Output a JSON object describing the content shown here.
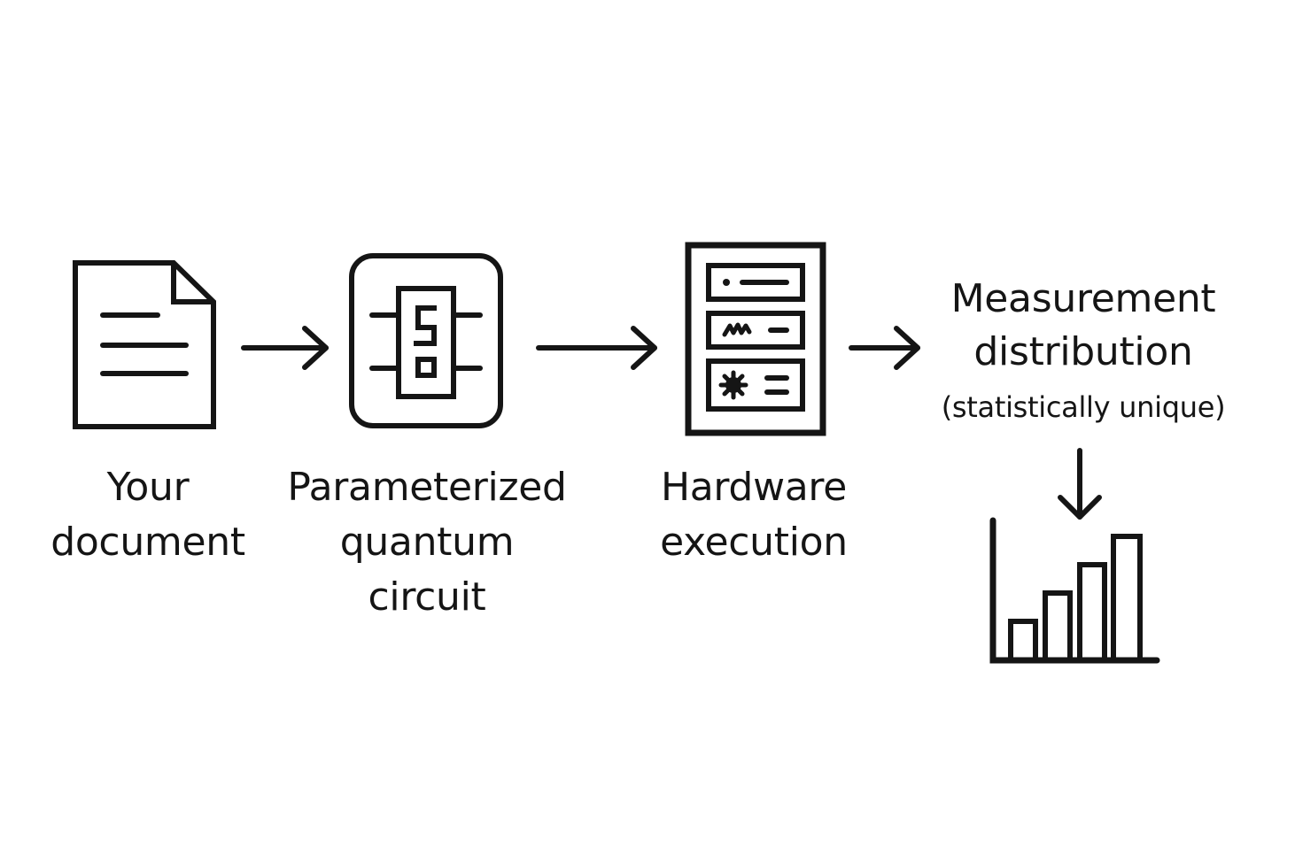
{
  "steps": [
    {
      "icon": "document-icon",
      "label_lines": [
        "Your",
        "document"
      ]
    },
    {
      "icon": "quantum-circuit-icon",
      "label_lines": [
        "Parameterized",
        "quantum",
        "circuit"
      ]
    },
    {
      "icon": "hardware-rack-icon",
      "label_lines": [
        "Hardware",
        "execution"
      ]
    },
    {
      "icon": "bar-chart-icon",
      "label_lines": [
        "Measurement",
        "distribution"
      ],
      "note": "(statistically unique)"
    }
  ],
  "connectors": [
    "arrow-right-icon",
    "arrow-right-icon",
    "arrow-right-icon",
    "arrow-down-icon"
  ],
  "colors": {
    "stroke": "#151515",
    "background": "#ffffff"
  }
}
